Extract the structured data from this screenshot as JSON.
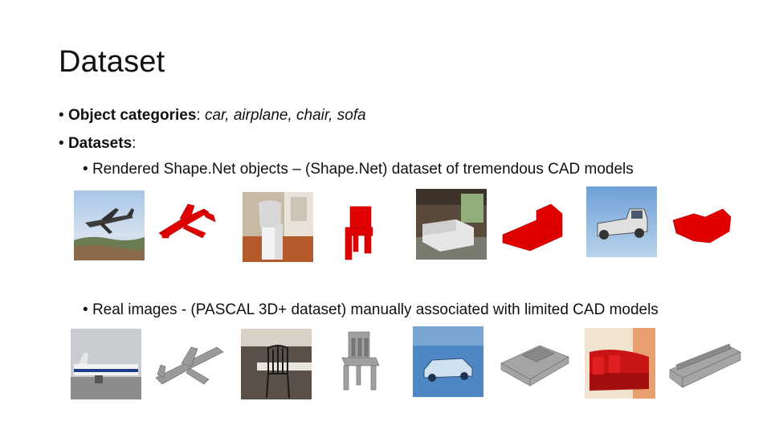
{
  "slide": {
    "title": "Dataset",
    "bullets": [
      {
        "bullet": "•",
        "label": "Object categories",
        "colon": ":",
        "value": "car, airplane, chair, sofa"
      },
      {
        "bullet": "•",
        "label": "Datasets",
        "colon": ":"
      }
    ],
    "sub_bullets": [
      {
        "bullet": "•",
        "text": "Rendered Shape.Net objects – (Shape.Net) dataset of tremendous CAD models"
      },
      {
        "bullet": "•",
        "text": "Real images - (PASCAL 3D+ dataset) manually associated with limited CAD models"
      }
    ]
  },
  "images": {
    "rendered_row": [
      "airplane-photo",
      "airplane-voxel-red",
      "chair-photo",
      "chair-voxel-red",
      "sofa-photo",
      "sofa-voxel-red",
      "car-photo",
      "car-voxel-red"
    ],
    "real_row": [
      "airplane-photo",
      "airplane-voxel-gray",
      "chair-photo",
      "chair-voxel-gray",
      "car-photo",
      "car-voxel-gray",
      "sofa-photo",
      "sofa-voxel-gray"
    ]
  },
  "colors": {
    "voxel_red": "#e00000",
    "voxel_gray": "#9a9a9a",
    "text": "#111111"
  }
}
